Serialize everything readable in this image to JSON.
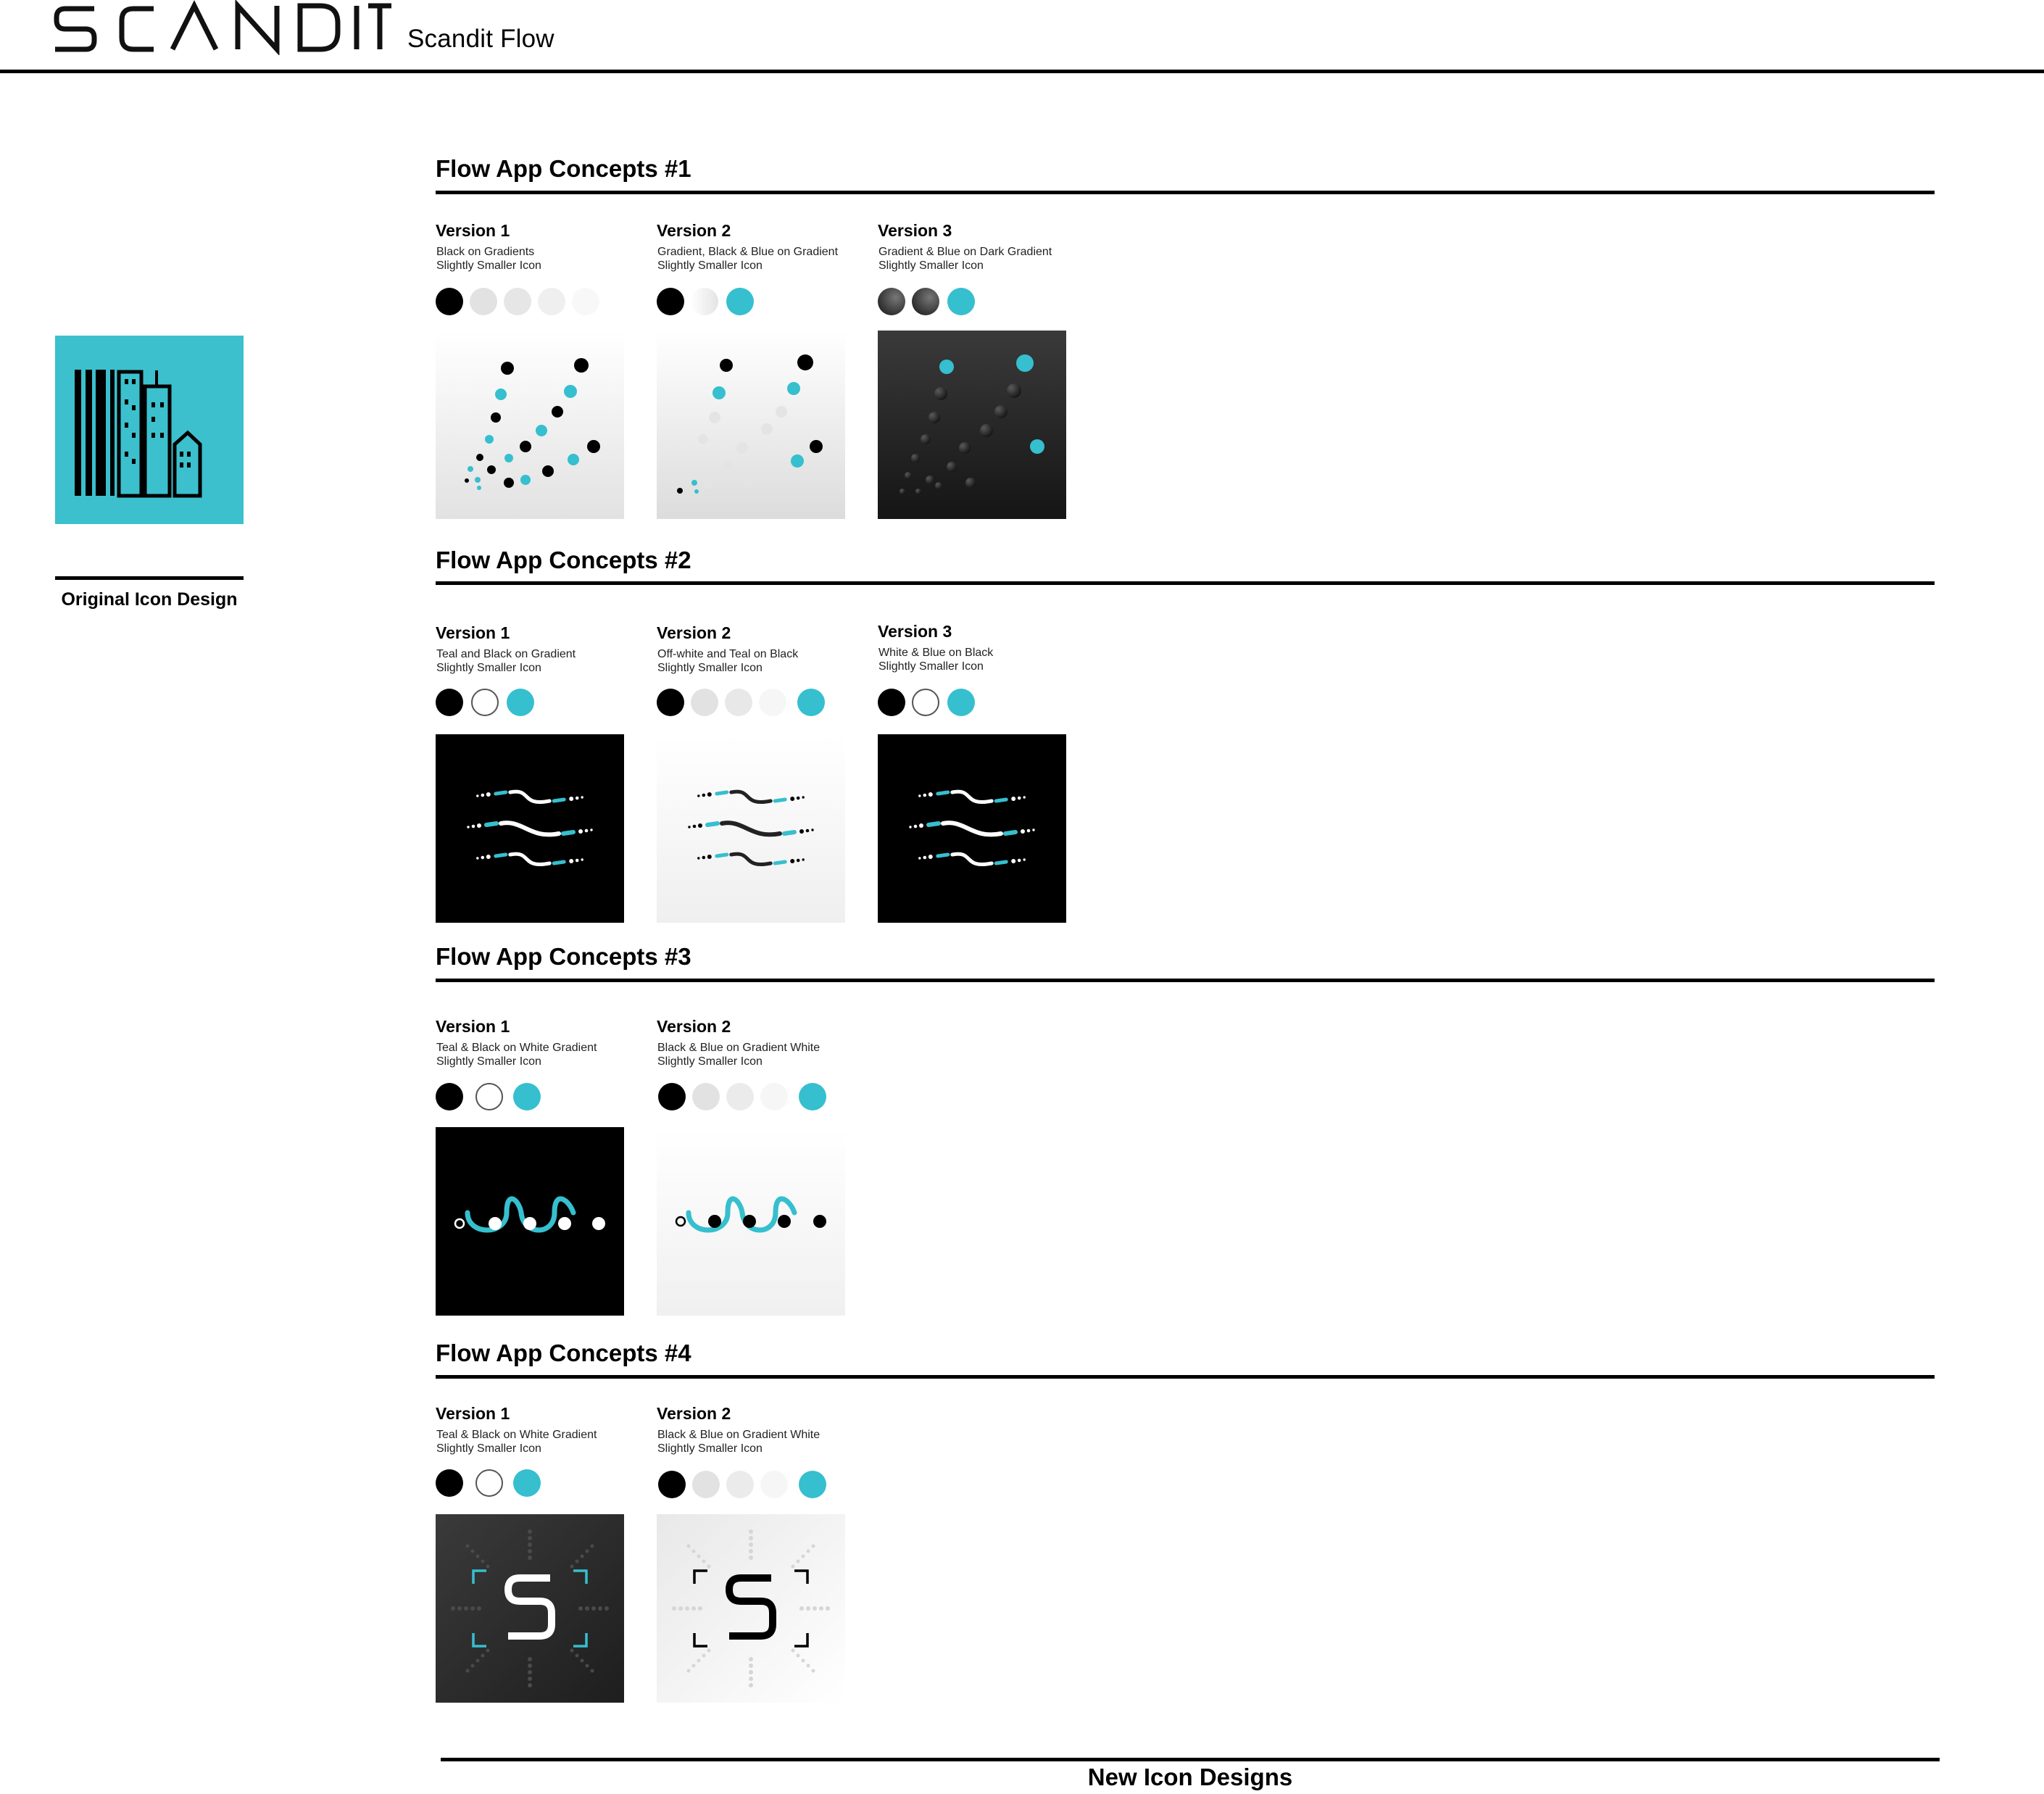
{
  "header": {
    "brand": "SCANDIT",
    "subtitle": "Scandit Flow"
  },
  "original": {
    "caption": "Original Icon Design"
  },
  "colors": {
    "teal": "#36bfce",
    "orig_teal": "#3cc0cd",
    "black": "#000000",
    "dark": "#2a2a2a"
  },
  "sections": [
    {
      "title": "Flow App Concepts #1",
      "versions": [
        {
          "title": "Version 1",
          "desc1": "Black on Gradients",
          "desc2": "Slightly Smaller Icon"
        },
        {
          "title": "Version 2",
          "desc1": "Gradient, Black & Blue on Gradient",
          "desc2": "Slightly Smaller Icon"
        },
        {
          "title": "Version 3",
          "desc1": "Gradient & Blue on Dark Gradient",
          "desc2": "Slightly Smaller Icon"
        }
      ]
    },
    {
      "title": "Flow App Concepts #2",
      "versions": [
        {
          "title": "Version 1",
          "desc1": "Teal and Black on Gradient",
          "desc2": "Slightly Smaller Icon"
        },
        {
          "title": "Version 2",
          "desc1": "Off-white and Teal on Black",
          "desc2": "Slightly Smaller Icon"
        },
        {
          "title": "Version 3",
          "desc1": "White & Blue on Black",
          "desc2": "Slightly Smaller Icon"
        }
      ]
    },
    {
      "title": "Flow App Concepts #3",
      "versions": [
        {
          "title": "Version 1",
          "desc1": "Teal & Black on White Gradient",
          "desc2": "Slightly Smaller Icon"
        },
        {
          "title": "Version 2",
          "desc1": "Black & Blue on Gradient White",
          "desc2": "Slightly Smaller Icon"
        }
      ]
    },
    {
      "title": "Flow App Concepts #4",
      "versions": [
        {
          "title": "Version 1",
          "desc1": "Teal & Black on White Gradient",
          "desc2": "Slightly Smaller Icon"
        },
        {
          "title": "Version 2",
          "desc1": "Black & Blue on Gradient White",
          "desc2": "Slightly Smaller Icon"
        }
      ]
    }
  ],
  "footer": {
    "caption": "New Icon Designs"
  }
}
